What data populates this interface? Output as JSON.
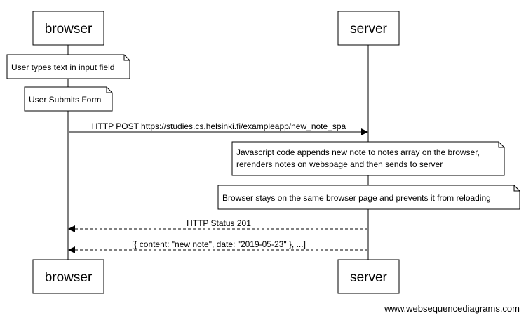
{
  "participants": [
    {
      "id": "browser",
      "label": "browser"
    },
    {
      "id": "server",
      "label": "server"
    }
  ],
  "notes": [
    {
      "text": [
        "User types text in input field"
      ]
    },
    {
      "text": [
        "User Submits Form"
      ]
    },
    {
      "text": [
        "Javascript code appends new note to notes array on the browser,",
        "rerenders notes on webspage and then sends to server"
      ]
    },
    {
      "text": [
        "Browser stays on the same browser page and prevents it from reloading"
      ]
    }
  ],
  "messages": [
    {
      "from": "browser",
      "to": "server",
      "text": "HTTP POST https://studies.cs.helsinki.fi/exampleapp/new_note_spa",
      "style": "solid"
    },
    {
      "from": "server",
      "to": "browser",
      "text": "HTTP Status 201",
      "style": "dashed"
    },
    {
      "from": "server",
      "to": "browser",
      "text": "[{ content: \"new note\", date: \"2019-05-23\" }, ...]",
      "style": "dashed"
    }
  ],
  "watermark": "www.websequencediagrams.com"
}
